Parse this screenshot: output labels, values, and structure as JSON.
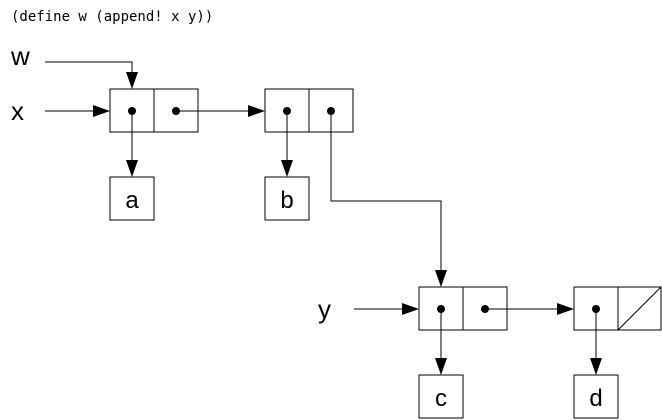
{
  "code": "(define w (append! x y))",
  "variables": {
    "w": "w",
    "x": "x",
    "y": "y"
  },
  "symbols": {
    "a": "a",
    "b": "b",
    "c": "c",
    "d": "d"
  }
}
